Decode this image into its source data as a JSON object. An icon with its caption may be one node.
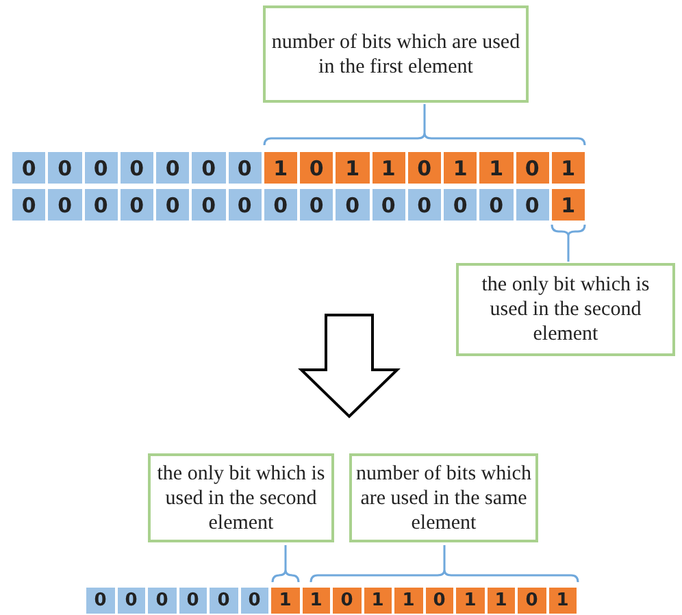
{
  "diagram": {
    "nodes": [
      {
        "text": [
          "number of bits which are used in the first element"
        ]
      },
      {
        "text": [
          "0"
        ]
      },
      {
        "text": [
          "0"
        ]
      },
      {
        "text": [
          "0"
        ]
      },
      {
        "text": [
          "0"
        ]
      },
      {
        "text": [
          "0"
        ]
      },
      {
        "text": [
          "0"
        ]
      },
      {
        "text": [
          "0"
        ]
      },
      {
        "text": [
          "1"
        ]
      },
      {
        "text": [
          "0"
        ]
      },
      {
        "text": [
          "1"
        ]
      },
      {
        "text": [
          "1"
        ]
      },
      {
        "text": [
          "0"
        ]
      },
      {
        "text": [
          "1"
        ]
      },
      {
        "text": [
          "1"
        ]
      },
      {
        "text": [
          "0"
        ]
      },
      {
        "text": [
          "1"
        ]
      },
      {
        "text": [
          "0"
        ]
      },
      {
        "text": [
          "0"
        ]
      },
      {
        "text": [
          "0"
        ]
      },
      {
        "text": [
          "0"
        ]
      },
      {
        "text": [
          "0"
        ]
      },
      {
        "text": [
          "0"
        ]
      },
      {
        "text": [
          "0"
        ]
      },
      {
        "text": [
          "0"
        ]
      },
      {
        "text": [
          "0"
        ]
      },
      {
        "text": [
          "0"
        ]
      },
      {
        "text": [
          "0"
        ]
      },
      {
        "text": [
          "0"
        ]
      },
      {
        "text": [
          "0"
        ]
      },
      {
        "text": [
          "0"
        ]
      },
      {
        "text": [
          "0"
        ]
      },
      {
        "text": [
          "1"
        ]
      },
      {
        "text": [
          "the only bit which is used in the second element"
        ]
      },
      {
        "text": [
          "the only bit which is used in the second element"
        ]
      },
      {
        "text": [
          "number of bits which are used in the same element"
        ]
      },
      {
        "text": [
          "0"
        ]
      },
      {
        "text": [
          "0"
        ]
      },
      {
        "text": [
          "0"
        ]
      },
      {
        "text": [
          "0"
        ]
      },
      {
        "text": [
          "0"
        ]
      },
      {
        "text": [
          "0"
        ]
      },
      {
        "text": [
          "1"
        ]
      },
      {
        "text": [
          "1"
        ]
      },
      {
        "text": [
          "0"
        ]
      },
      {
        "text": [
          "1"
        ]
      },
      {
        "text": [
          "1"
        ]
      },
      {
        "text": [
          "0"
        ]
      },
      {
        "text": [
          "1"
        ]
      },
      {
        "text": [
          "1"
        ]
      },
      {
        "text": [
          "0"
        ]
      },
      {
        "text": [
          "1"
        ]
      }
    ]
  }
}
